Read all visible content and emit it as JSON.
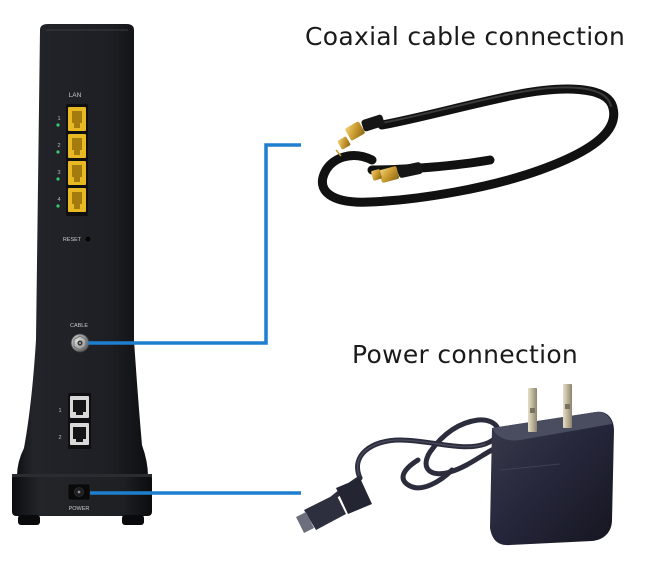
{
  "labels": {
    "coax_title": "Coaxial cable connection",
    "power_title": "Power connection"
  },
  "device": {
    "lan_label": "LAN",
    "lan_port_numbers": [
      "1",
      "2",
      "3",
      "4"
    ],
    "reset_label": "RESET",
    "cable_label": "CABLE",
    "phone_port_numbers": [
      "1",
      "2"
    ],
    "power_label": "POWER"
  },
  "colors": {
    "connector_line": "#1e7fcf",
    "device_body": "#1c1d21",
    "lan_port": "#e8b923",
    "cable_black": "#121212",
    "adapter_body": "#272836"
  }
}
